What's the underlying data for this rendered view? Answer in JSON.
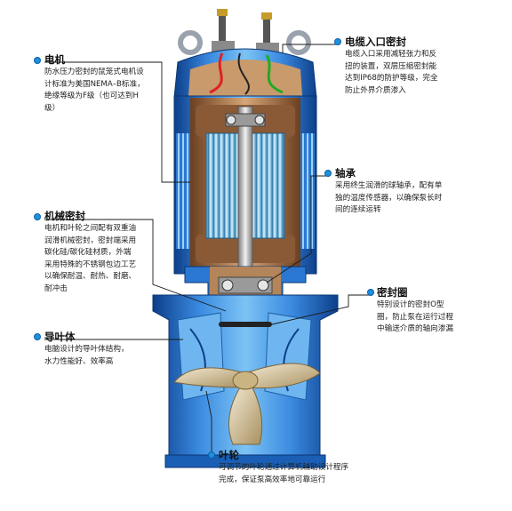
{
  "callouts": {
    "motor": {
      "title": "电机",
      "desc": [
        "防水压力密封的鼠笼式电机设",
        "计标准为美国NEMA–B标准，",
        "绝缘等级为F级（也可达到H",
        "级）"
      ]
    },
    "cable_seal": {
      "title": "电缆入口密封",
      "desc": [
        "电缆入口采用减轻张力和反",
        "扭的装置，双层压缩密封能",
        "达到IP68的防护等级，完全",
        "防止外界介质渗入"
      ]
    },
    "bearing": {
      "title": "轴承",
      "desc": [
        "采用终生润滑的球轴承，配有单",
        "独的温度传感器，以确保泵长时",
        "间的连续运转"
      ]
    },
    "mech_seal": {
      "title": "机械密封",
      "desc": [
        "电机和叶轮之间配有双重油",
        "润滑机械密封，密封端采用",
        "碳化硅/碳化硅材质，外端",
        "采用特殊的不锈钢包边工艺",
        "以确保耐温、耐热、耐磨、",
        "耐冲击"
      ]
    },
    "seal_ring": {
      "title": "密封圈",
      "desc": [
        "特别设计的密封O型",
        "圈，防止泵在运行过程",
        "中输送介质的轴向渗漏"
      ]
    },
    "guide_vane": {
      "title": "导叶体",
      "desc": [
        "电脑设计的导叶体结构，",
        "水力性能好、效率高"
      ]
    },
    "impeller": {
      "title": "叶轮",
      "desc": [
        "可调节的叶轮通过计算机辅助设计程序",
        "完成，保证泵高效率地可靠运行"
      ]
    }
  },
  "colors": {
    "casing_blue": "#1f6fd0",
    "casing_light": "#5fb0f0",
    "casing_dark": "#0d3f8a",
    "rotor": "#8fd3ee",
    "winding": "#b07a4a",
    "seal_orange": "#f08a2a",
    "impeller": "#d8c7a0",
    "leader_line": "#1a1a1a",
    "dot": "#1e90e0"
  }
}
